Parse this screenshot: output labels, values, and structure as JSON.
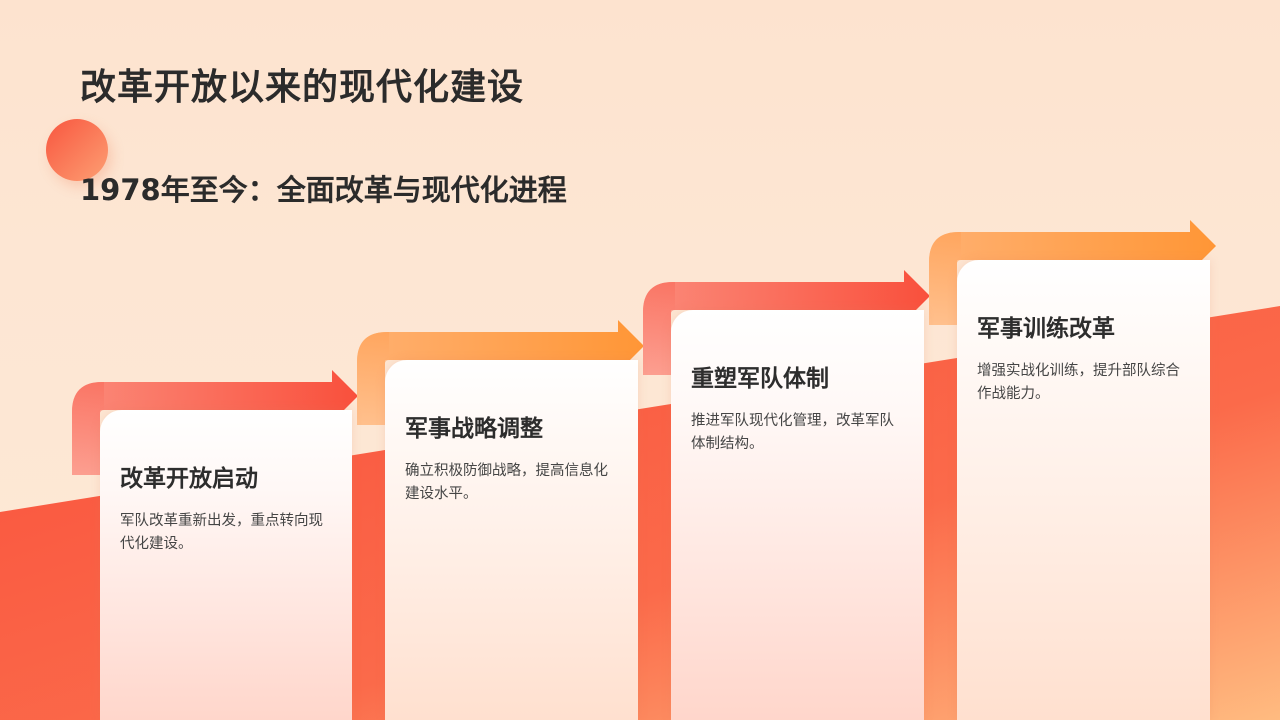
{
  "slide": {
    "title": "改革开放以来的现代化建设",
    "subtitle": "1978年至今：全面改革与现代化进程"
  },
  "colors": {
    "background_top": "#fde3cf",
    "band_red": "#f9503c",
    "band_orange_light": "#ffb27a",
    "arrow_red": "#f9503c",
    "arrow_orange": "#ff9a45",
    "text_dark": "#2b2b2b"
  },
  "steps": [
    {
      "title": "改革开放启动",
      "description": "军队改革重新出发，重点转向现代化建设。",
      "arrow_color": "red"
    },
    {
      "title": "军事战略调整",
      "description": "确立积极防御战略，提高信息化建设水平。",
      "arrow_color": "orange"
    },
    {
      "title": "重塑军队体制",
      "description": "推进军队现代化管理，改革军队体制结构。",
      "arrow_color": "red"
    },
    {
      "title": "军事训练改革",
      "description": "增强实战化训练，提升部队综合作战能力。",
      "arrow_color": "orange"
    }
  ]
}
